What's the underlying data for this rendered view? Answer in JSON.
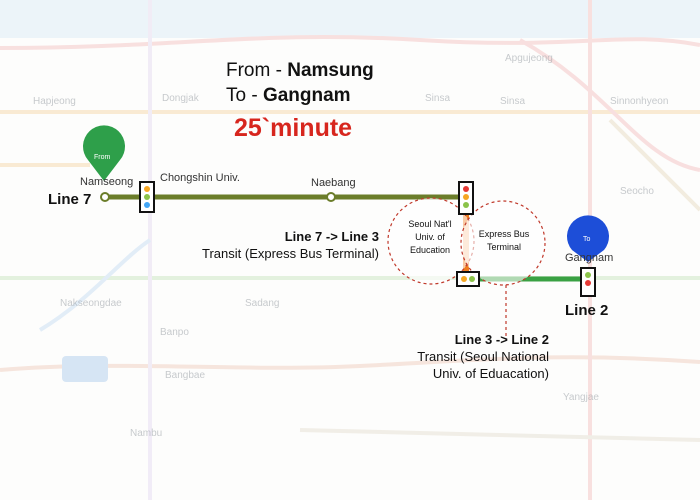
{
  "route": {
    "from_prefix": "From - ",
    "from_station": "Namsung",
    "to_prefix": "To - ",
    "to_station": "Gangnam",
    "duration": "25`minute"
  },
  "lines": {
    "start_line": "Line 7",
    "end_line": "Line 2"
  },
  "transfers": [
    {
      "heading": "Line 7 -> Line 3",
      "description": "Transit (Express Bus Terminal)"
    },
    {
      "heading": "Line 3 -> Line 2",
      "description_line1": "Transit (Seoul National",
      "description_line2": "Univ. of Eduacation)"
    }
  ],
  "stations": {
    "start": "Namseong",
    "middle1": "Chongshin Univ.",
    "middle2": "Naebang",
    "end": "Gangnam",
    "circle1": [
      "Seoul Nat'l",
      "Univ. of",
      "Education"
    ],
    "circle2": [
      "Express Bus",
      "Terminal"
    ]
  },
  "markers": {
    "from_label": "From",
    "to_label": "To"
  },
  "background_labels": [
    "Hapjeong",
    "Dongjak",
    "Sinsa",
    "Apgujeong",
    "Sinsa",
    "Sinnonhyeon",
    "Seocho",
    "Banpo",
    "Sadang",
    "Nakseongdae",
    "Bangbae",
    "Nambu",
    "Yangjae"
  ],
  "colors": {
    "line7": "#6b7d2a",
    "line3": "#ef7c1c",
    "line2": "#3aa143",
    "duration": "#d7261e",
    "from_pin": "#2e9f4a",
    "to_pin": "#1d4ed8",
    "circle_border": "#c0392b"
  }
}
